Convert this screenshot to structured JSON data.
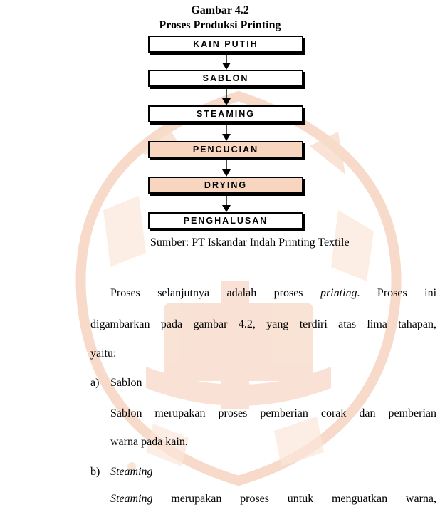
{
  "figure": {
    "title_line1": "Gambar 4.2",
    "title_line2": "Proses Produksi Printing",
    "steps": [
      "KAIN PUTIH",
      "SABLON",
      "STEAMING",
      "PENCUCIAN",
      "DRYING",
      "PENGHALUSAN"
    ],
    "source": "Sumber: PT Iskandar Indah Printing Textile"
  },
  "body": {
    "p1_line1_a": "Proses selanjutnya adalah proses",
    "p1_line1_italic": "printing",
    "p1_line1_b": ". Proses ini",
    "p1_line2": "digambarkan pada gambar 4.2, yang terdiri atas lima tahapan,",
    "p1_line3": "yaitu:",
    "item_a_marker": "a)",
    "item_a_title": "Sablon",
    "item_a_line1": "Sablon merupakan proses pemberian corak dan pemberian",
    "item_a_line2": "warna pada kain.",
    "item_b_marker": "b)",
    "item_b_title": "Steaming",
    "item_b_line1_italic": "Steaming",
    "item_b_line1_rest": " merupakan proses untuk menguatkan warna,"
  },
  "colors": {
    "step_tint": "#f7d5bf",
    "watermark": "#f6d3bf"
  }
}
